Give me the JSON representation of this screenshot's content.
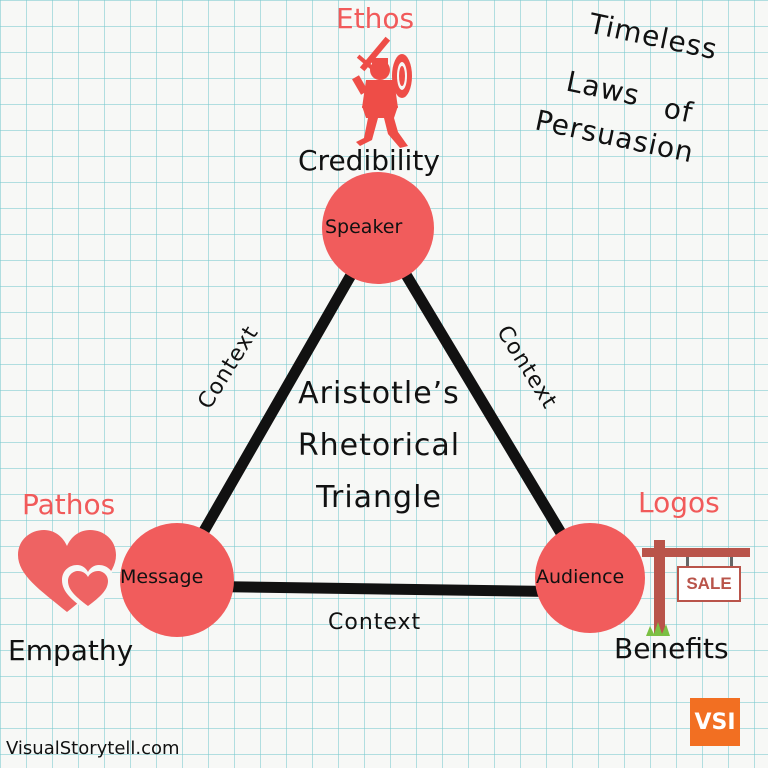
{
  "title": {
    "lines": [
      "Timeless",
      "Laws",
      "of",
      "Persuasion"
    ]
  },
  "center": {
    "lines": [
      "Aristotle’s",
      "Rhetorical",
      "Triangle"
    ]
  },
  "nodes": {
    "speaker": {
      "label": "Speaker",
      "appeal": "Ethos",
      "quality": "Credibility",
      "icon": "knight-icon"
    },
    "message": {
      "label": "Message",
      "appeal": "Pathos",
      "quality": "Empathy",
      "icon": "hearts-icon"
    },
    "audience": {
      "label": "Audience",
      "appeal": "Logos",
      "quality": "Benefits",
      "icon": "sale-sign-icon"
    }
  },
  "edges": {
    "left": "Context",
    "right": "Context",
    "bottom": "Context"
  },
  "sign": {
    "text": "SALE"
  },
  "footer": {
    "site": "VisualStorytell.com",
    "logo": "VSI"
  },
  "colors": {
    "accent": "#f15a5a",
    "node": "#f15c5c",
    "line": "#111111",
    "grid": "#7fc8cc",
    "logo": "#f26f22",
    "sign_wood": "#b9544a",
    "grass": "#7bc043"
  }
}
